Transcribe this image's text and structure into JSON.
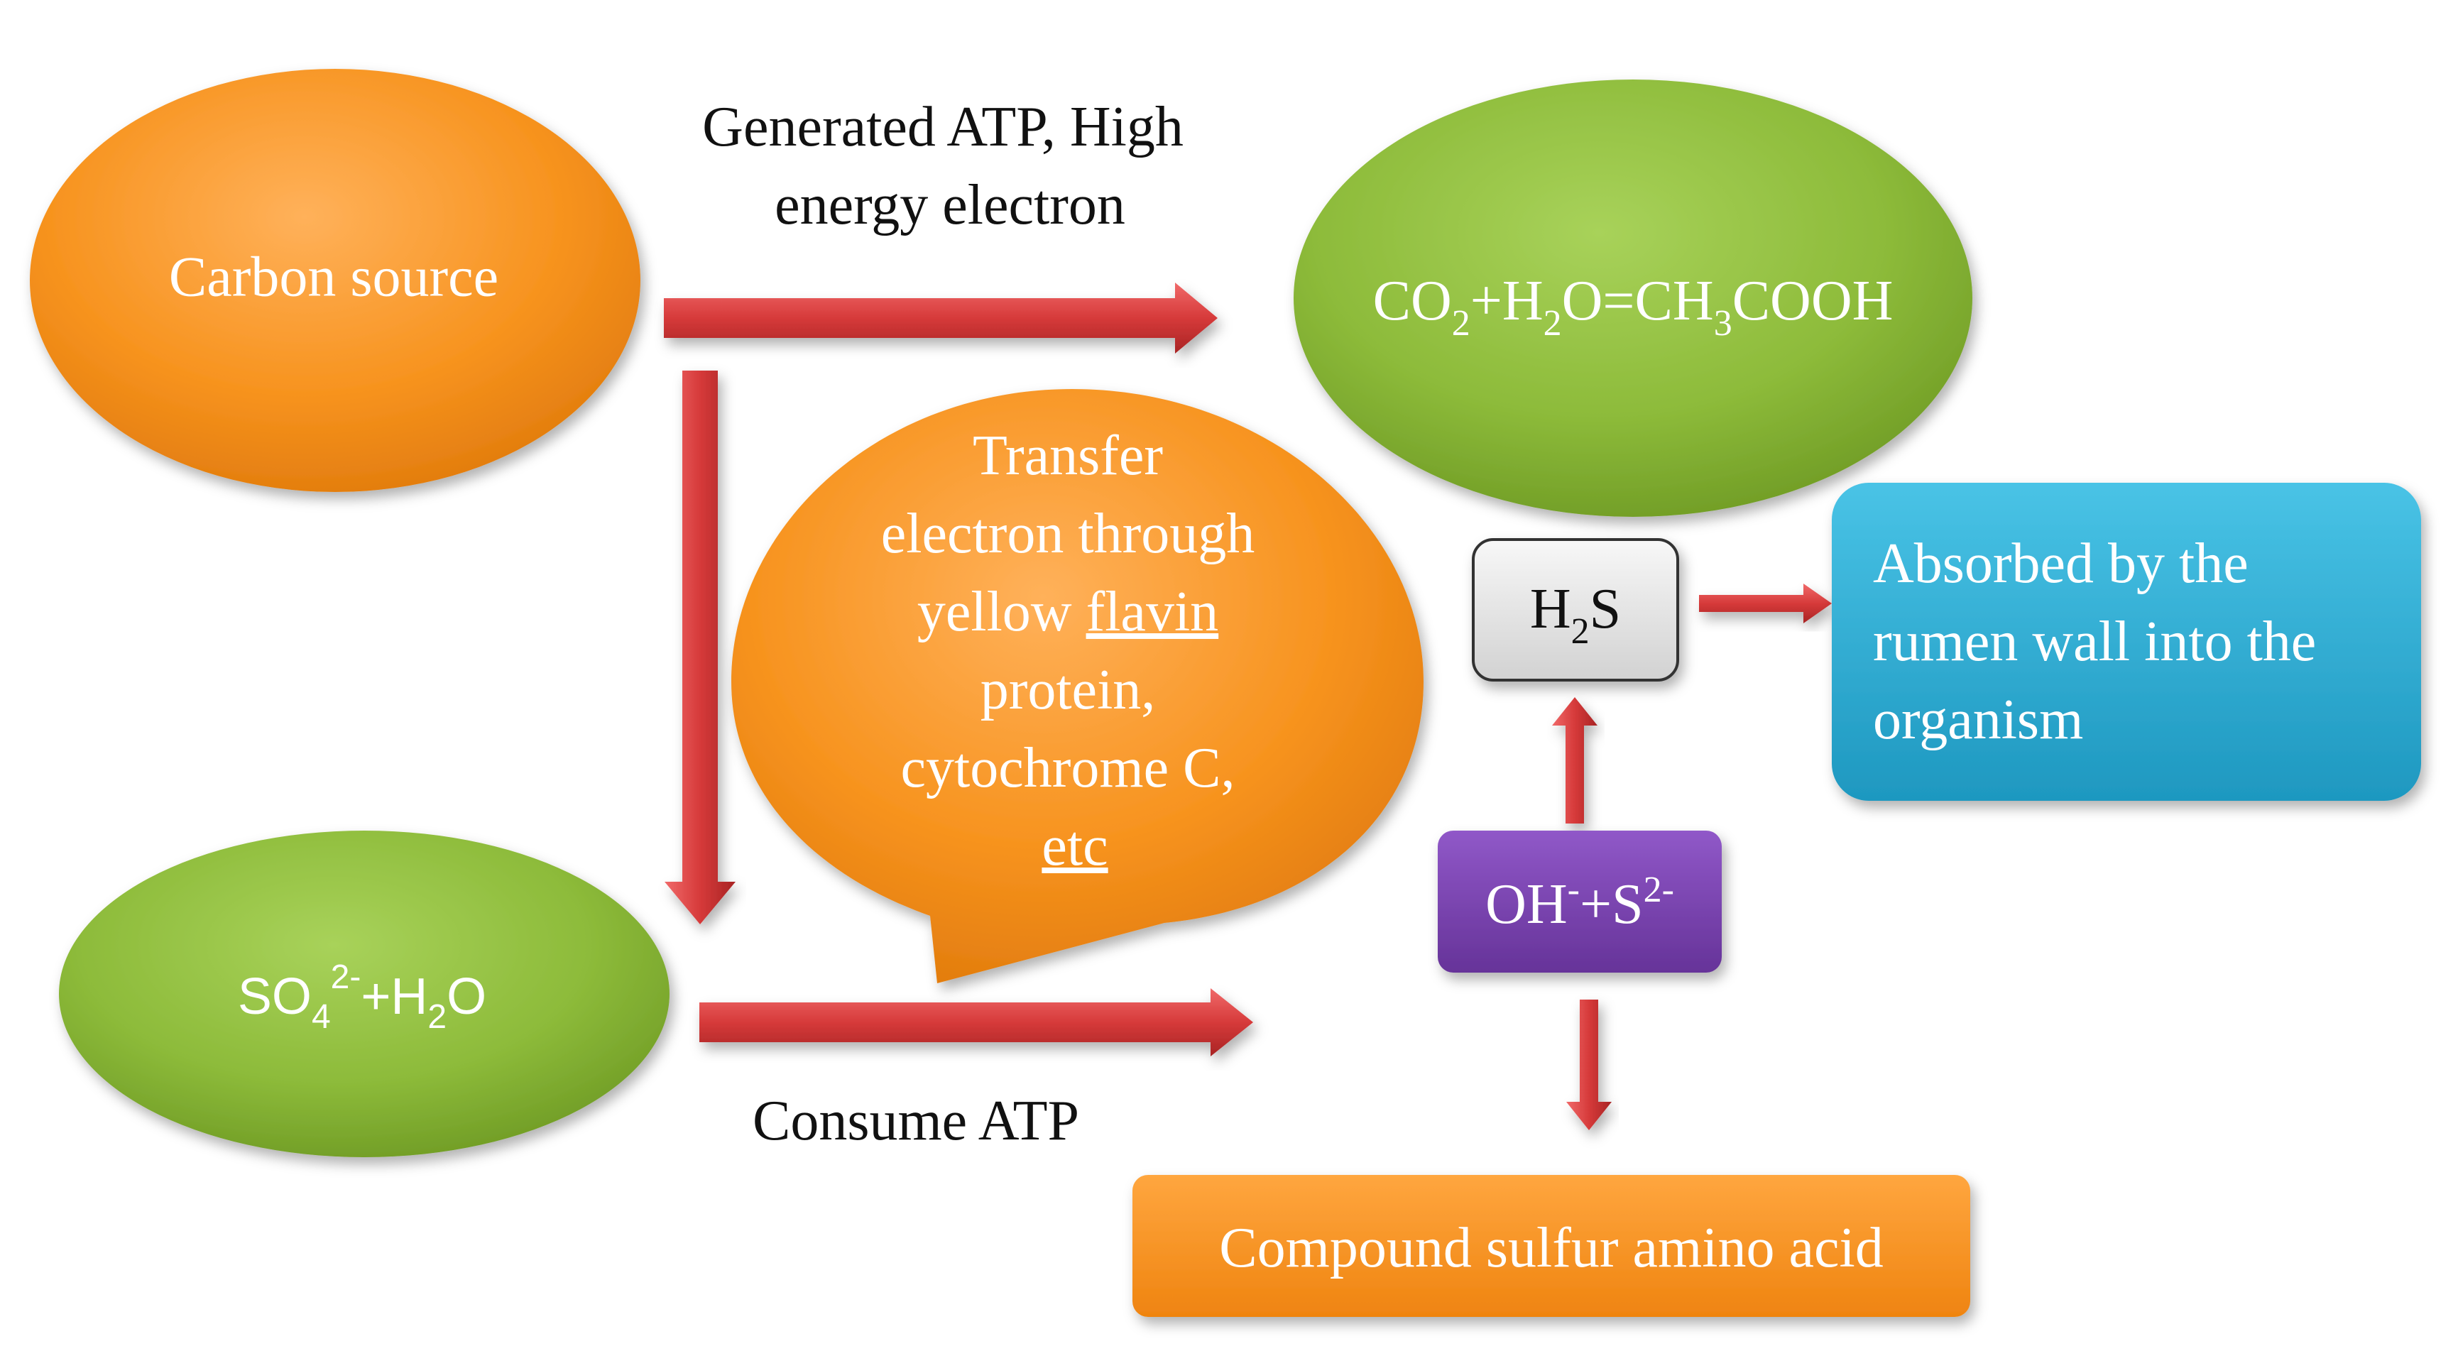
{
  "diagram": {
    "colors": {
      "orange": "#F7931E",
      "green": "#8DBB3A",
      "blue": "#2FB0D6",
      "purple": "#7A45B0",
      "gray_box": "#E6E6E6",
      "arrow_red": "#D63A3A",
      "text_white": "#FFFFFF",
      "text_black": "#111111"
    },
    "carbon_source": {
      "label": "Carbon source"
    },
    "arrow_top_label": {
      "line1": "Generated ATP, High",
      "line2": "energy electron"
    },
    "product_oval": {
      "part1": "CO",
      "sub1": "2",
      "part2": "+H",
      "sub2": "2",
      "part3": "O=CH",
      "sub3": "3",
      "part4": "COOH"
    },
    "callout": {
      "line1": "Transfer",
      "line2": "electron through",
      "line3_a": "yellow ",
      "line3_b": "flavin",
      "line4": "protein,",
      "line5": "cytochrome C,",
      "line6": "etc"
    },
    "h2s_box": {
      "part1": "H",
      "sub1": "2",
      "part2": "S"
    },
    "absorbed_box": {
      "line1": "Absorbed by the",
      "line2": "rumen wall into the",
      "line3": "organism"
    },
    "sulfate_oval": {
      "part1": "SO",
      "sub1": "4",
      "sup1": "2-",
      "part2": "+H",
      "sub2": "2",
      "part3": "O"
    },
    "ion_box": {
      "part1": "OH",
      "sup1": "-",
      "part2": "+S",
      "sup2": "2-"
    },
    "arrow_bottom_label": "Consume ATP",
    "compound_box": {
      "label": "Compound sulfur amino acid"
    }
  }
}
